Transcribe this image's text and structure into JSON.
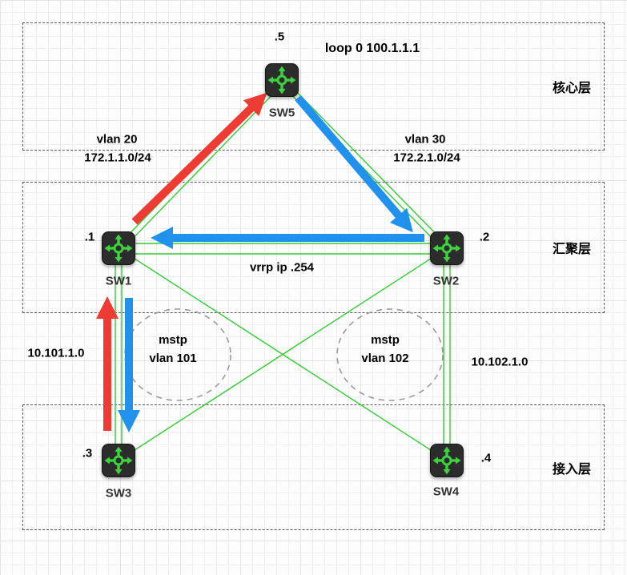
{
  "colors": {
    "link_green": "#33cc33",
    "arrow_red": "#ee3b33",
    "arrow_blue": "#2191ee",
    "zone_border": "#595959",
    "ellipse_border": "#9a9a9a",
    "node_bg": "#2c2c2c",
    "node_glyph": "#3ed33e",
    "label_text": "#000000",
    "grid_minor": "#efefef",
    "grid_major": "#e4e4e4"
  },
  "zones": {
    "core": {
      "label": "核心层"
    },
    "aggregation": {
      "label": "汇聚层"
    },
    "access": {
      "label": "接入层"
    }
  },
  "nodes": {
    "sw5": {
      "name": "SW5",
      "address": ".5"
    },
    "sw1": {
      "name": "SW1",
      "address": ".1"
    },
    "sw2": {
      "name": "SW2",
      "address": ".2"
    },
    "sw3": {
      "name": "SW3",
      "address": ".3"
    },
    "sw4": {
      "name": "SW4",
      "address": ".4"
    }
  },
  "labels": {
    "loopback": "loop 0 100.1.1.1",
    "left_uplink_vlan": "vlan 20",
    "left_uplink_net": "172.1.1.0/24",
    "right_uplink_vlan": "vlan 30",
    "right_uplink_net": "172.2.1.0/24",
    "vrrp": "vrrp ip .254",
    "mstp_left_title": "mstp",
    "mstp_left_vlan": "vlan 101",
    "mstp_right_title": "mstp",
    "mstp_right_vlan": "vlan 102",
    "left_access_net": "10.101.1.0",
    "right_access_net": "10.102.1.0"
  }
}
